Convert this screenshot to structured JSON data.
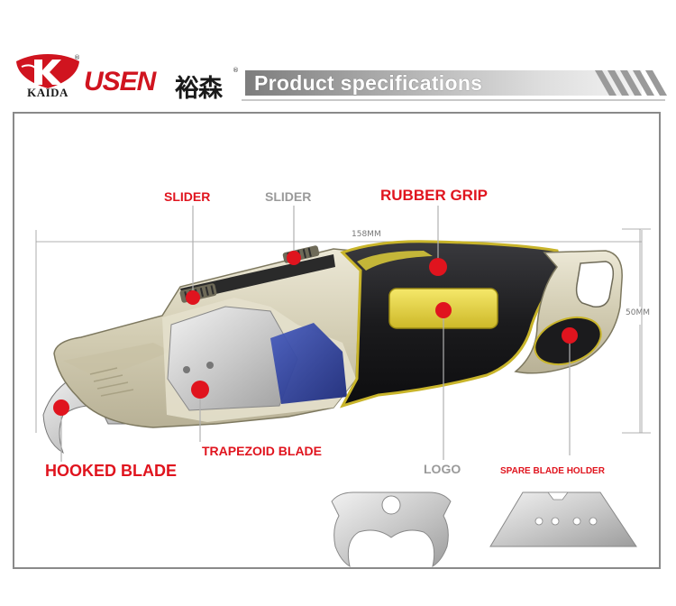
{
  "brand": {
    "kaida_name": "KAIDA",
    "usen_name": "USEN",
    "usen_chinese": "裕森",
    "registered_mark": "®"
  },
  "banner": {
    "title": "Product specifications"
  },
  "dimensions": {
    "length": "158MM",
    "height": "50MM"
  },
  "callouts": {
    "slider_front": "SLIDER",
    "slider_rear": "SLIDER",
    "rubber_grip": "RUBBER GRIP",
    "trapezoid_blade": "TRAPEZOID BLADE",
    "hooked_blade": "HOOKED BLADE",
    "logo": "LOGO",
    "spare_blade_holder": "SPARE BLADE HOLDER"
  },
  "colors": {
    "brand_red": "#e0141e",
    "label_gray": "#9a9a9a",
    "grip_black": "#1b1b1d",
    "grip_yellow": "#e8d73a",
    "body_champagne": "#d8d3bd"
  }
}
